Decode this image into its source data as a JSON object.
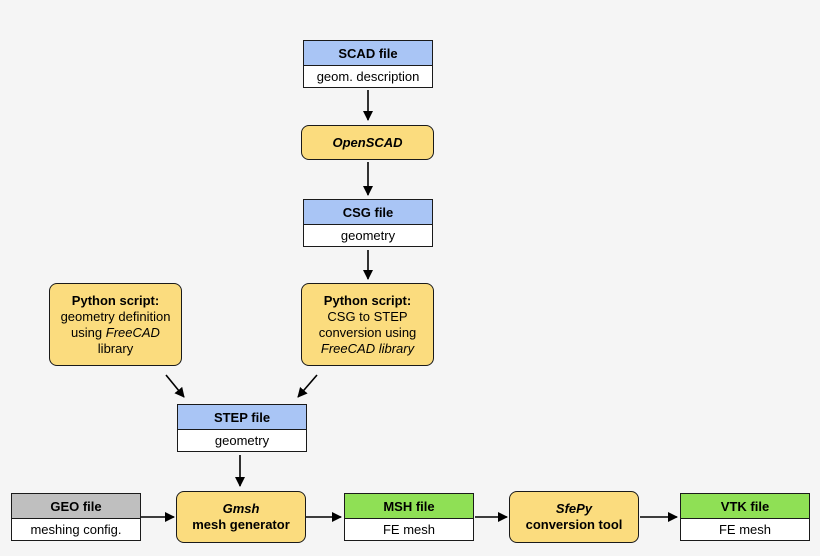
{
  "scad": {
    "title": "SCAD file",
    "desc": "geom. description"
  },
  "openscad": {
    "name": "OpenSCAD"
  },
  "csg": {
    "title": "CSG file",
    "desc": "geometry"
  },
  "py1": {
    "title": "Python script:",
    "line1": "geometry definition",
    "line2a": "using ",
    "line2b": "FreeCAD",
    "line3": "library"
  },
  "py2": {
    "title": "Python script:",
    "line1": "CSG to STEP",
    "line2": "conversion using",
    "line3": "FreeCAD library"
  },
  "step": {
    "title": "STEP file",
    "desc": "geometry"
  },
  "geo": {
    "title": "GEO file",
    "desc": "meshing config."
  },
  "gmsh": {
    "name": "Gmsh",
    "sub": "mesh generator"
  },
  "msh": {
    "title": "MSH file",
    "desc": "FE mesh"
  },
  "sfepy": {
    "name": "SfePy",
    "sub": "conversion tool"
  },
  "vtk": {
    "title": "VTK file",
    "desc": "FE mesh"
  },
  "colors": {
    "file_header_blue": "#a9c5f5",
    "file_header_gray": "#bfbfbf",
    "file_header_green": "#8fe055",
    "process_fill": "#fbdc7e",
    "background": "#f5f5f5"
  }
}
